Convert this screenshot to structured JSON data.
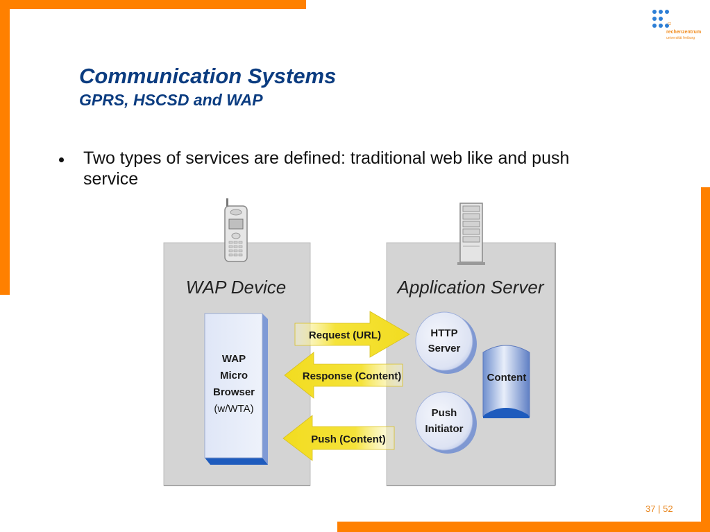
{
  "slide": {
    "title": "Communication Systems",
    "subtitle": "GPRS, HSCSD and WAP",
    "bullets": [
      "Two types of services are defined: traditional web like and push service"
    ],
    "page": {
      "current": "37",
      "separator": "|",
      "total": "52"
    }
  },
  "logo": {
    "abbr": "rz",
    "line1": "rechenzentrum",
    "line2": "universität freiburg",
    "dot_color": "#2d7fd6",
    "text_color": "#f08a1c"
  },
  "colors": {
    "accent_orange": "#ff8000",
    "title_blue": "#0b3c80",
    "panel_grey": "#d4d4d4",
    "arrow_yellow": "#f5e33a",
    "component_blue": "#6f8fce"
  },
  "diagram": {
    "device_panel": {
      "label": "WAP Device",
      "icon": "mobile-phone-icon",
      "component": {
        "lines": [
          "WAP",
          "Micro",
          "Browser",
          "(w/WTA)"
        ]
      }
    },
    "server_panel": {
      "label": "Application Server",
      "icon": "server-tower-icon",
      "components": [
        {
          "lines": [
            "HTTP",
            "Server"
          ]
        },
        {
          "lines": [
            "Push",
            "Initiator"
          ]
        },
        {
          "lines": [
            "Content"
          ]
        }
      ]
    },
    "arrows": [
      {
        "label": "Request (URL)",
        "direction": "right"
      },
      {
        "label": "Response (Content)",
        "direction": "left"
      },
      {
        "label": "Push (Content)",
        "direction": "left"
      }
    ]
  }
}
